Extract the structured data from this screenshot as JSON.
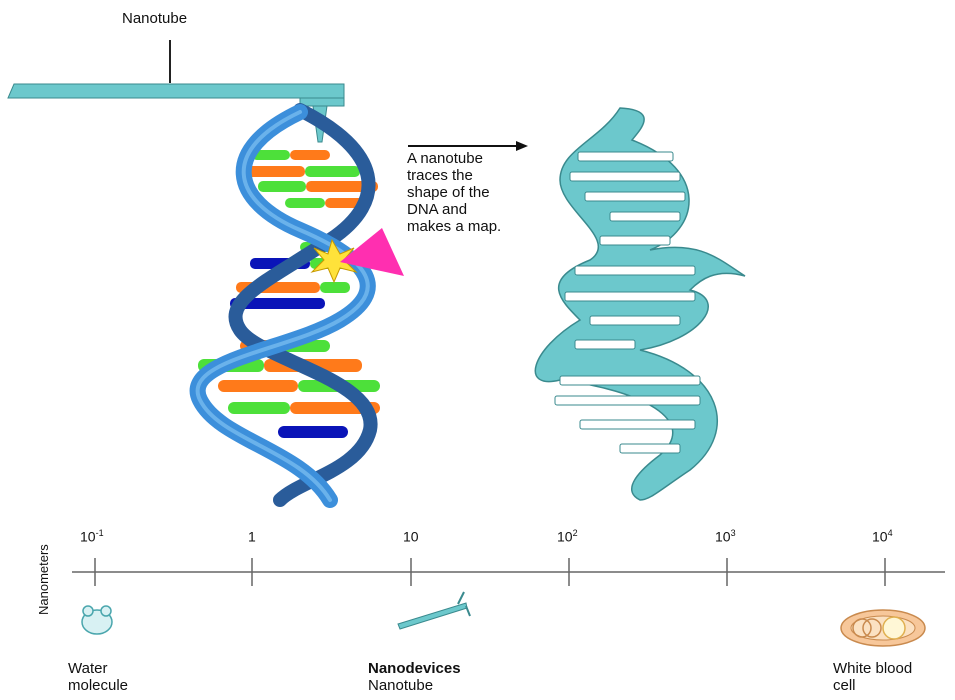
{
  "top_label": "Nanotube",
  "caption_lines": [
    "A nanotube",
    "traces the",
    "shape of the",
    "DNA and",
    "makes a map."
  ],
  "axis_title": "Nanometers",
  "ticks": [
    {
      "base": "10",
      "exp": "-1"
    },
    {
      "base": "1",
      "exp": ""
    },
    {
      "base": "10",
      "exp": ""
    },
    {
      "base": "10",
      "exp": "2"
    },
    {
      "base": "10",
      "exp": "3"
    },
    {
      "base": "10",
      "exp": "4"
    }
  ],
  "items": {
    "water": {
      "line1": "Water",
      "line2": "molecule"
    },
    "nanodevices": {
      "line1": "Nanodevices",
      "line2": "Nanotube"
    },
    "wbc": {
      "line1": "White blood",
      "line2": "cell"
    }
  },
  "colors": {
    "strand": "#3c8fdb",
    "strand_dark": "#2a5c9a",
    "map": "#6cc8cc",
    "base_green": "#4de03a",
    "base_orange": "#ff7a1a",
    "base_blue": "#0a14b8",
    "marker": "#ff2fb0",
    "spark": "#ffe23a"
  }
}
